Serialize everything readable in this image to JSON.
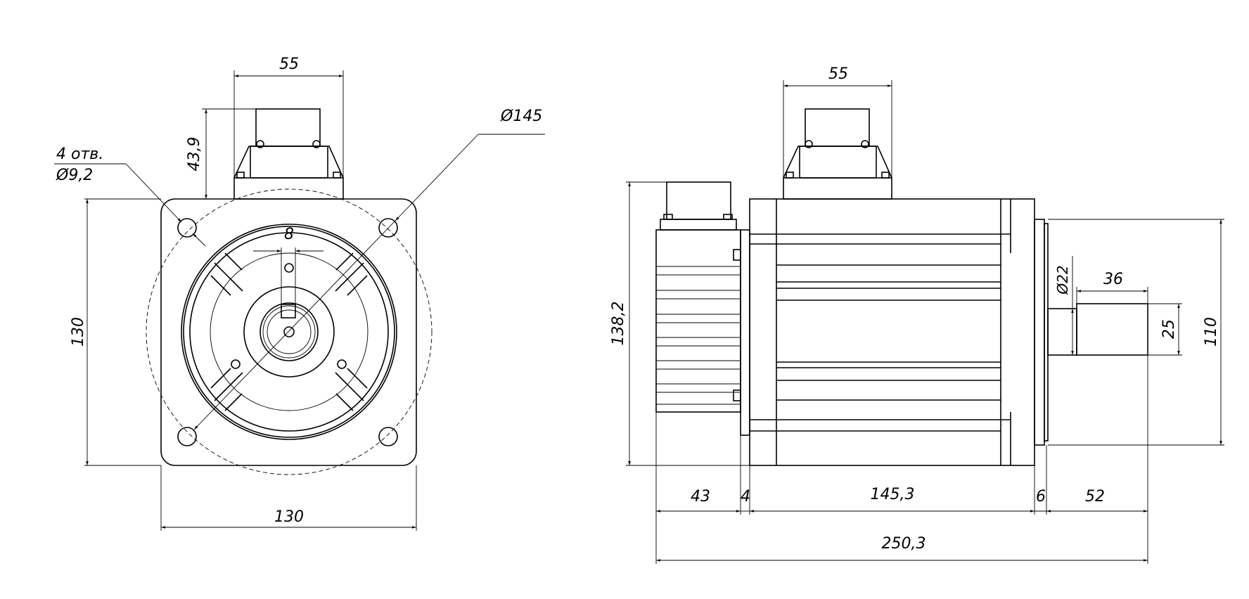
{
  "front_view": {
    "connector_width": "55",
    "connector_height": "43,9",
    "holes_count": "4 отв.",
    "hole_diameter": "Ø9,2",
    "bolt_circle": "Ø145",
    "key_width": "8",
    "flange_height": "130",
    "flange_width": "130"
  },
  "side_view": {
    "connector_width": "55",
    "overall_height": "138,2",
    "encoder_length": "43",
    "plate_thickness": "4",
    "body_length": "145,3",
    "flange_thickness": "6",
    "shaft_length": "52",
    "overall_length": "250,3",
    "pilot_diameter": "110",
    "shaft_diameter": "Ø22",
    "key_length": "36",
    "key_height": "25"
  },
  "colors": {
    "line": "#000000",
    "background": "#ffffff"
  }
}
